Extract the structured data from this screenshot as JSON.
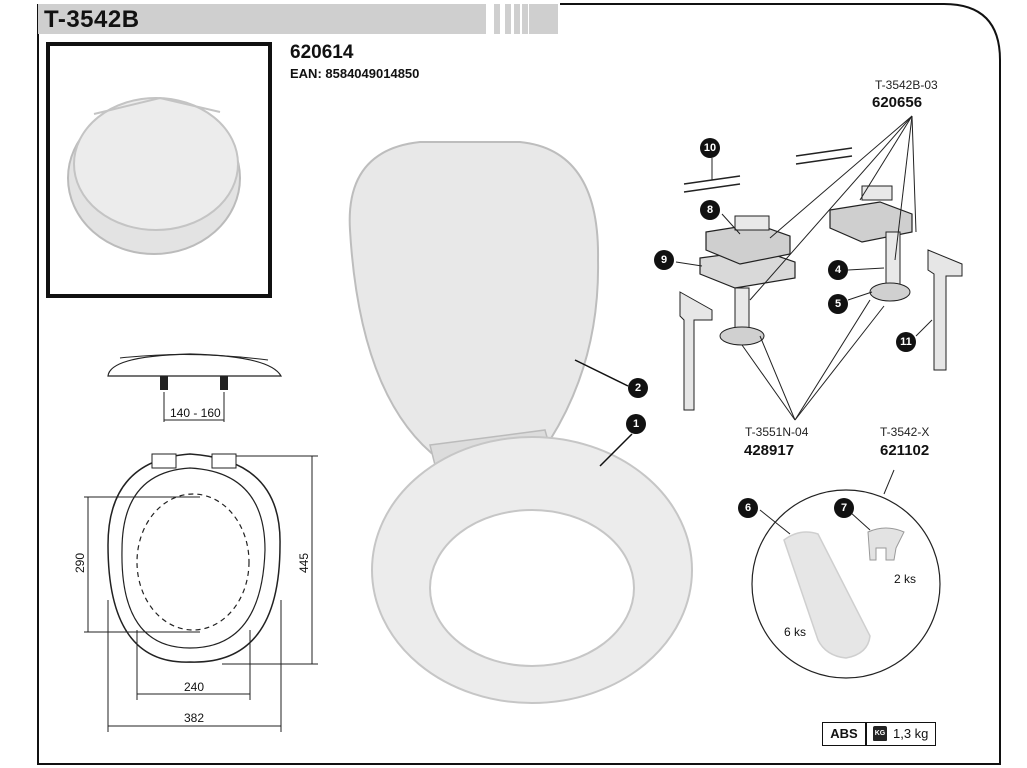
{
  "header": {
    "title": "T-3542B"
  },
  "product": {
    "code": "620614",
    "ean": "EAN: 8584049014850"
  },
  "parts": {
    "hinge_kit": {
      "ref": "T-3542B-03",
      "code": "620656"
    },
    "bolt_kit": {
      "ref": "T-3551N-04",
      "code": "428917"
    },
    "bumper_kit": {
      "ref": "T-3542-X",
      "code": "621102"
    }
  },
  "callouts": [
    "1",
    "2",
    "4",
    "5",
    "6",
    "7",
    "8",
    "9",
    "10",
    "11"
  ],
  "quantities": {
    "bumper_large": "6 ks",
    "bumper_small": "2 ks"
  },
  "dimensions": {
    "hinge_spacing": "140 - 160",
    "inner_length": "290",
    "outer_length": "445",
    "inner_width": "240",
    "outer_width": "382"
  },
  "footer": {
    "material": "ABS",
    "weight": "1,3 kg",
    "weight_icon_text": "KG"
  },
  "icons": [
    "weight-icon"
  ]
}
